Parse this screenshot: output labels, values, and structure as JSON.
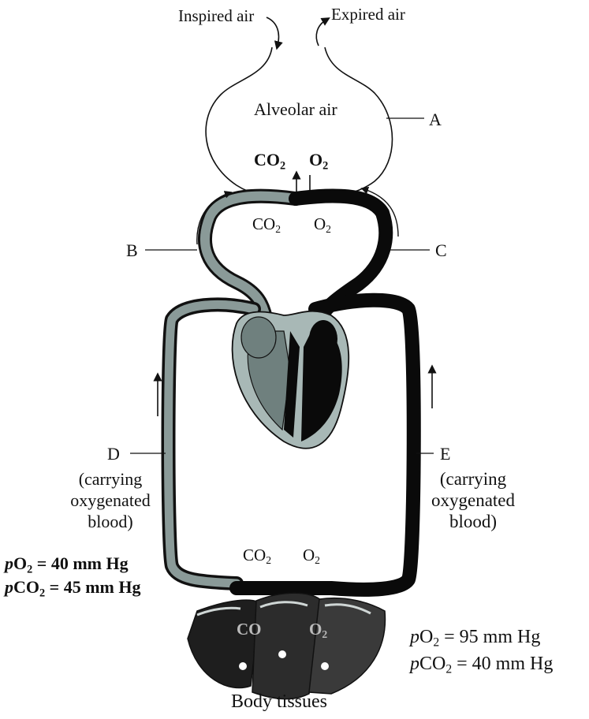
{
  "air": {
    "inspired": "Inspired air",
    "expired": "Expired air",
    "alveolar": "Alveolar air"
  },
  "gases": {
    "co2_main": "CO",
    "o2_main": "O",
    "sub2": "2",
    "co2": "CO",
    "o2": "O"
  },
  "labels": {
    "A": "A",
    "B": "B",
    "C": "C",
    "D": "D",
    "E": "E"
  },
  "vessel_D": [
    "(carrying",
    "oxygenated",
    "blood)"
  ],
  "vessel_E": [
    "(carrying",
    "oxygenated",
    "blood)"
  ],
  "pressures_left": {
    "p": "p",
    "o2_label": "O",
    "o2_value": " = 40 mm Hg",
    "co2_label": "CO",
    "co2_value": " = 45 mm Hg"
  },
  "pressures_right": {
    "p": "p",
    "o2_label": "O",
    "o2_value": " = 95 mm Hg",
    "co2_label": "CO",
    "co2_value": " = 40 mm Hg"
  },
  "tissues": {
    "label": "Body tissues",
    "co2_partial": "CO",
    "o2_partial": "O"
  },
  "colors": {
    "deoxygenated_fill": "#8a9a98",
    "oxygenated_fill": "#0a0a0a",
    "outline": "#111111"
  }
}
